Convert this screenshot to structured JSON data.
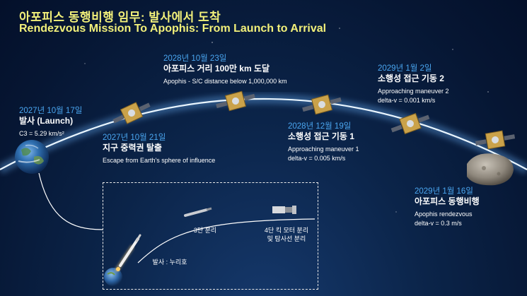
{
  "title": {
    "korean": "아포피스 동행비행 임무: 발사에서 도착",
    "english": "Rendezvous Mission To Apophis: From Launch to Arrival"
  },
  "milestones": [
    {
      "date": "2027년 10월 17일",
      "name": "발사 (Launch)",
      "desc": "C3 = 5.29 km/s²"
    },
    {
      "date": "2027년 10월 21일",
      "name": "지구 중력권 탈출",
      "desc": "Escape from Earth's sphere of influence"
    },
    {
      "date": "2028년 10월 23일",
      "name": "아포피스 거리 100만 km 도달",
      "desc": "Apophis - S/C distance below 1,000,000 km"
    },
    {
      "date": "2028년 12월 19일",
      "name": "소행성 접근 기동 1",
      "desc": "Approaching maneuver 1",
      "desc2": "delta-v = 0.005 km/s"
    },
    {
      "date": "2029년 1월 2일",
      "name": "소행성 접근 기동 2",
      "desc": "Approaching maneuver 2",
      "desc2": "delta-v = 0.001 km/s"
    },
    {
      "date": "2029년 1월 16일",
      "name": "아포피스 동행비행",
      "desc": "Apophis rendezvous",
      "desc2": "delta-v = 0.3 m/s"
    }
  ],
  "inset": {
    "stage3": "3단 분리",
    "stage4_line1": "4단 킥 모터 분리",
    "stage4_line2": "및 탐사선 분리",
    "launch": "발사 : 누리호"
  },
  "colors": {
    "title": "#f2f07a",
    "date": "#4aa6f0",
    "orbit_glow": "#9fd4ff",
    "background": "#0b2449"
  },
  "icons": [
    "earth-icon",
    "spacecraft-icon",
    "asteroid-icon",
    "rocket-icon",
    "stage3-icon",
    "kick-motor-icon"
  ]
}
